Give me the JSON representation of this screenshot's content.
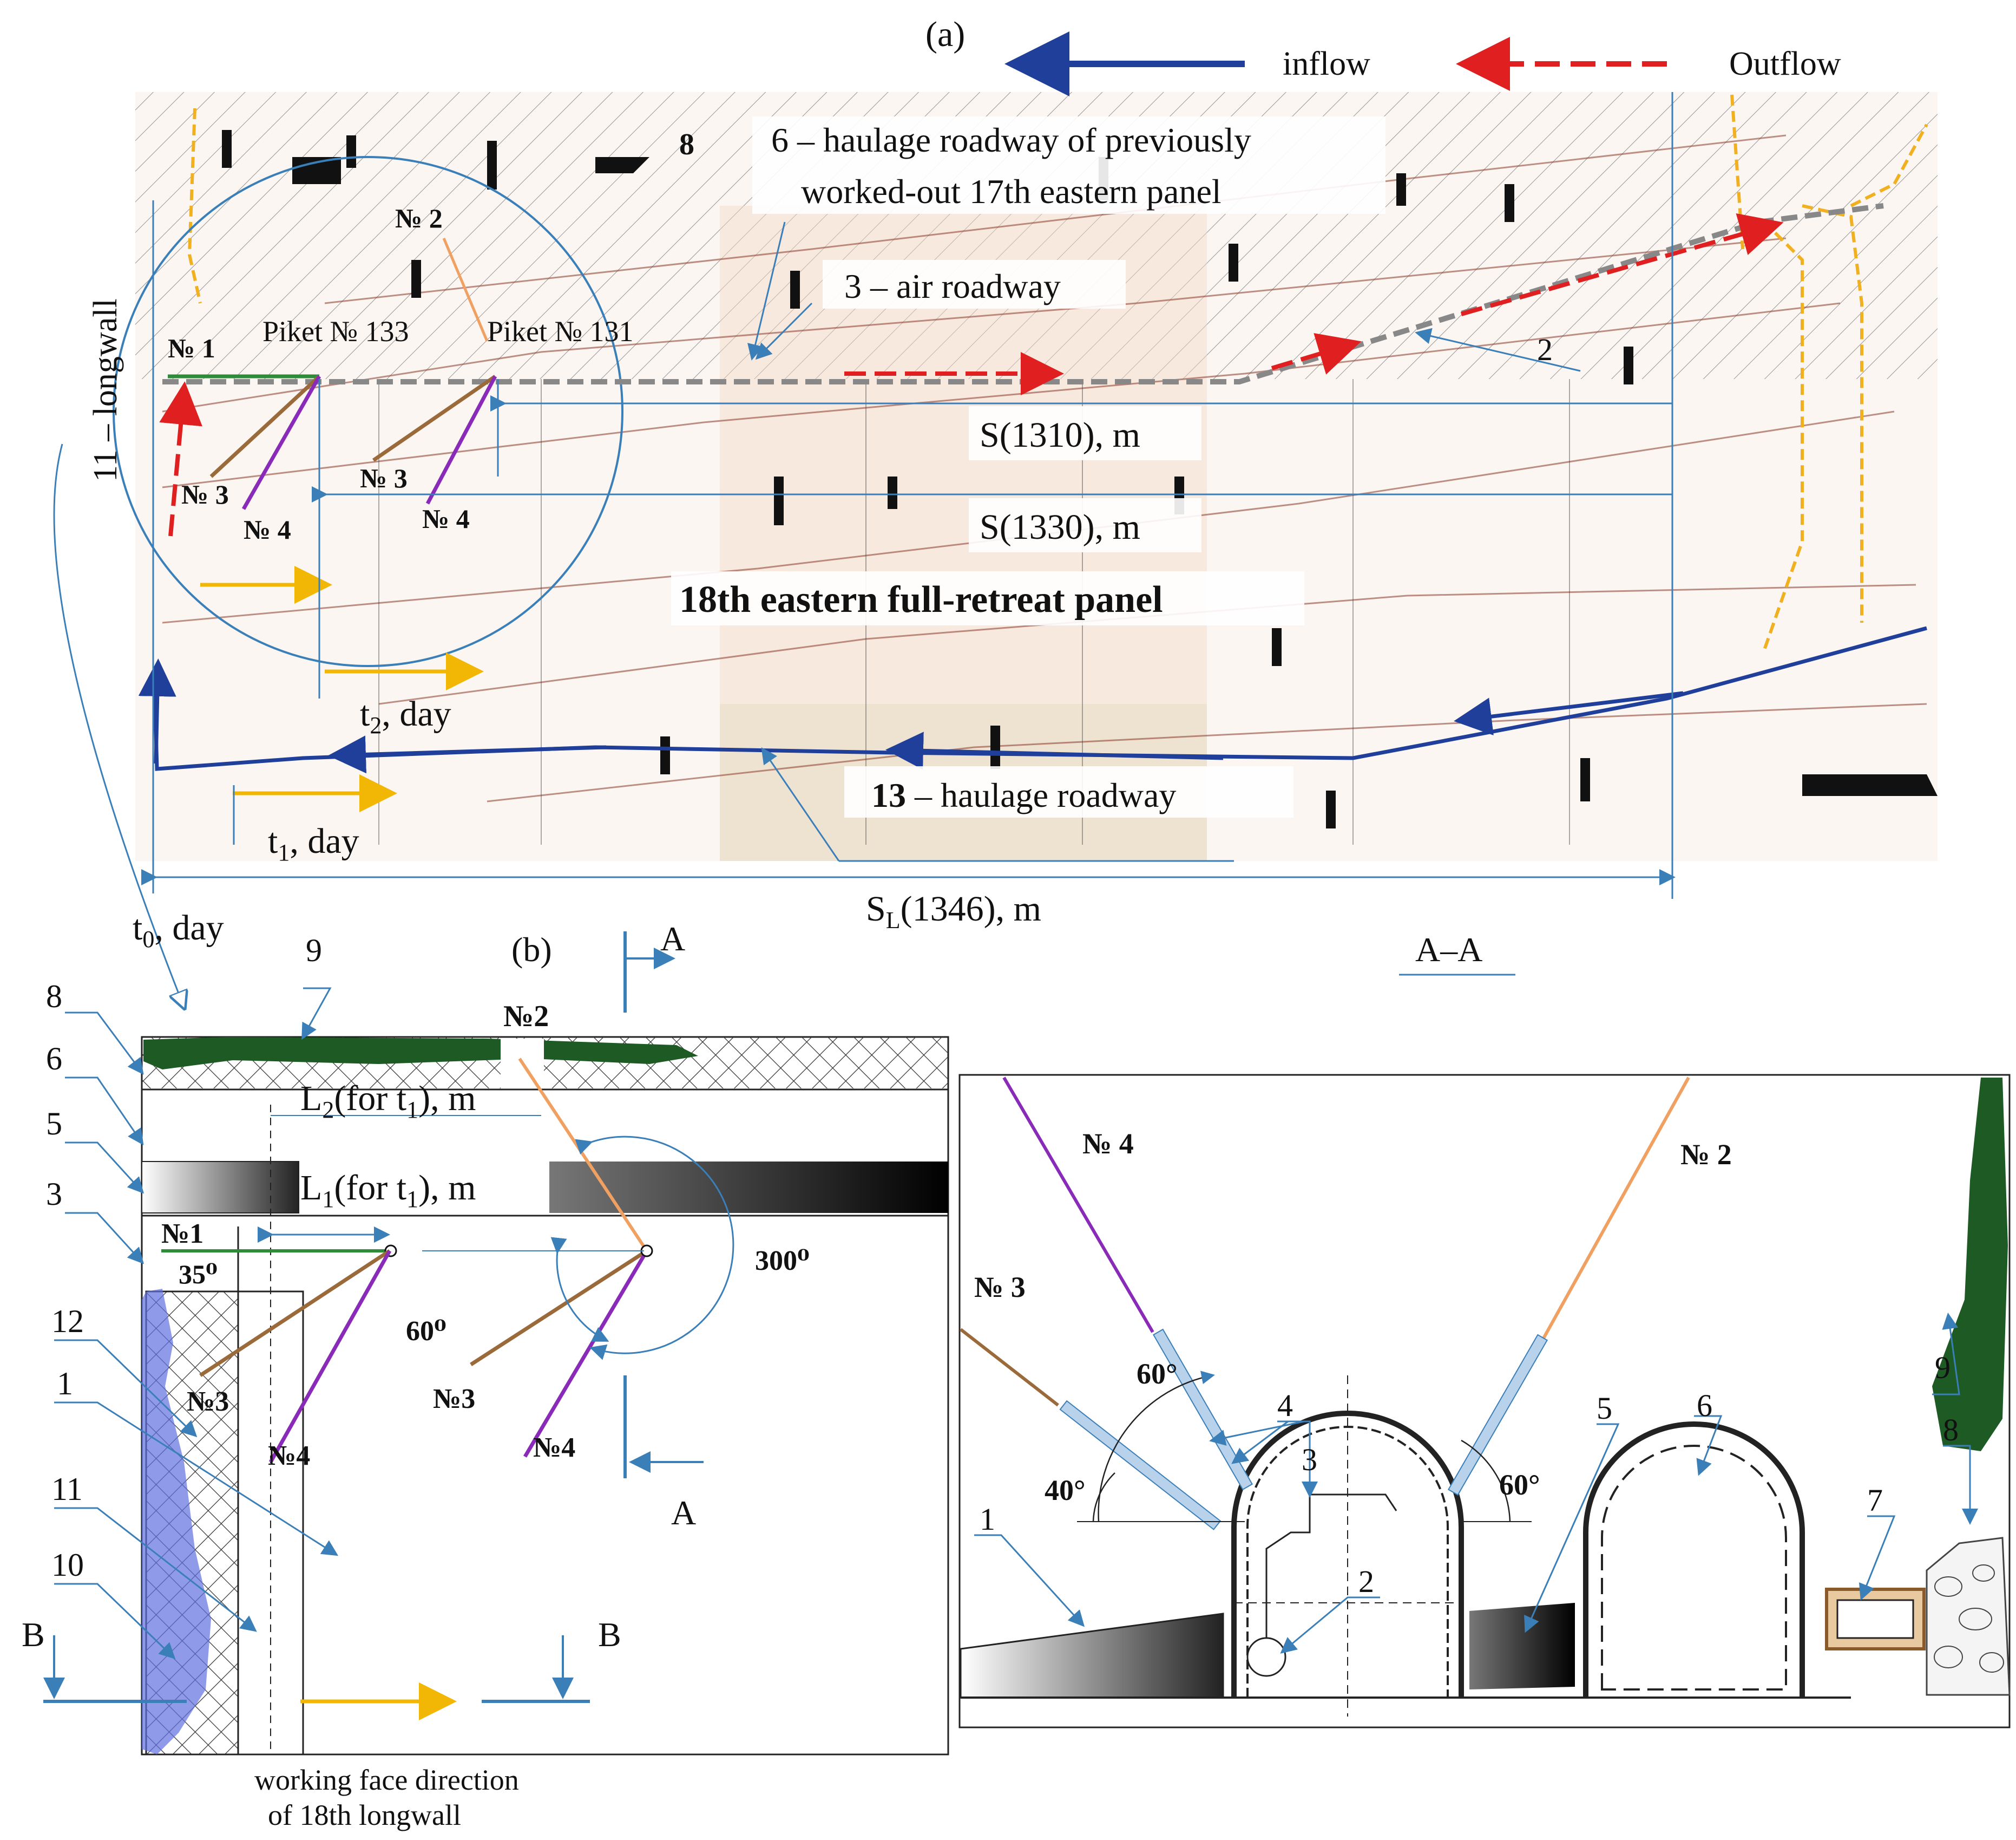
{
  "panel_a": {
    "label": "(a)",
    "legend": {
      "inflow": "inflow",
      "outflow": "Outflow"
    },
    "callouts": {
      "c8": "8",
      "haulage_prev": "6 – haulage roadway of previously",
      "haulage_prev2": "worked-out 17th eastern panel",
      "air_roadway": "3 – air roadway",
      "no2": "№ 2",
      "longwall": "11 – longwall",
      "piket133": "Piket № 133",
      "piket131": "Piket № 131",
      "no1": "№ 1",
      "c2": "2",
      "no3a": "№ 3",
      "no3b": "№ 3",
      "no4a": "№ 4",
      "no4b": "№ 4",
      "panel_title": "18th eastern full-retreat panel",
      "haulage13_num": "13",
      "haulage13": " – haulage roadway"
    },
    "distances": {
      "s1310": "S(1310), m",
      "s1330": "S(1330), m",
      "sl_main": "S",
      "sl_sub": "L",
      "sl_rest": "(1346), m"
    },
    "times": {
      "t2": "t",
      "t2_sub": "2",
      "t2_rest": ", day",
      "t1": "t",
      "t1_sub": "1",
      "t1_rest": ", day",
      "t0": "t",
      "t0_sub": "0",
      "t0_rest": ", day"
    }
  },
  "panel_b": {
    "label": "(b)",
    "section_a": "A",
    "section_b": "B",
    "numbers": [
      "9",
      "8",
      "6",
      "5",
      "3",
      "12",
      "1",
      "11",
      "10"
    ],
    "no2": "№2",
    "no1": "№1",
    "no3a": "№3",
    "no4a": "№4",
    "no3b": "№3",
    "no4b": "№4",
    "l2": "L",
    "l2_sub": "2",
    "l2_rest": "(for t",
    "l2_sub2": "1",
    "l2_end": "), m",
    "l1": "L",
    "l1_sub": "1",
    "l1_rest": "(for t",
    "l1_sub2": "1",
    "l1_end": "), m",
    "angle35": "35⁰",
    "angle60": "60⁰",
    "angle300": "300⁰",
    "face_dir1": "working face direction",
    "face_dir2": "of 18th longwall"
  },
  "section_aa": {
    "title": "A–A",
    "no4": "№ 4",
    "no2": "№ 2",
    "no3": "№ 3",
    "c9": "9",
    "c4": "4",
    "c3": "3",
    "c6": "6",
    "c5": "5",
    "c7": "7",
    "c8": "8",
    "c1": "1",
    "c2": "2",
    "a60l": "60°",
    "a40": "40°",
    "a60r": "60°"
  },
  "colors": {
    "inflow": "#1f3f9a",
    "outflow": "#e02020",
    "callout": "#3a7fb8",
    "yellow_arrow": "#f2b705",
    "no1": "#2e8b3a",
    "no2": "#f0a060",
    "no3": "#9a6a3a",
    "no4": "#8a2ab8",
    "green_rock": "#1e5a24",
    "blue_zone": "#6070e0"
  }
}
